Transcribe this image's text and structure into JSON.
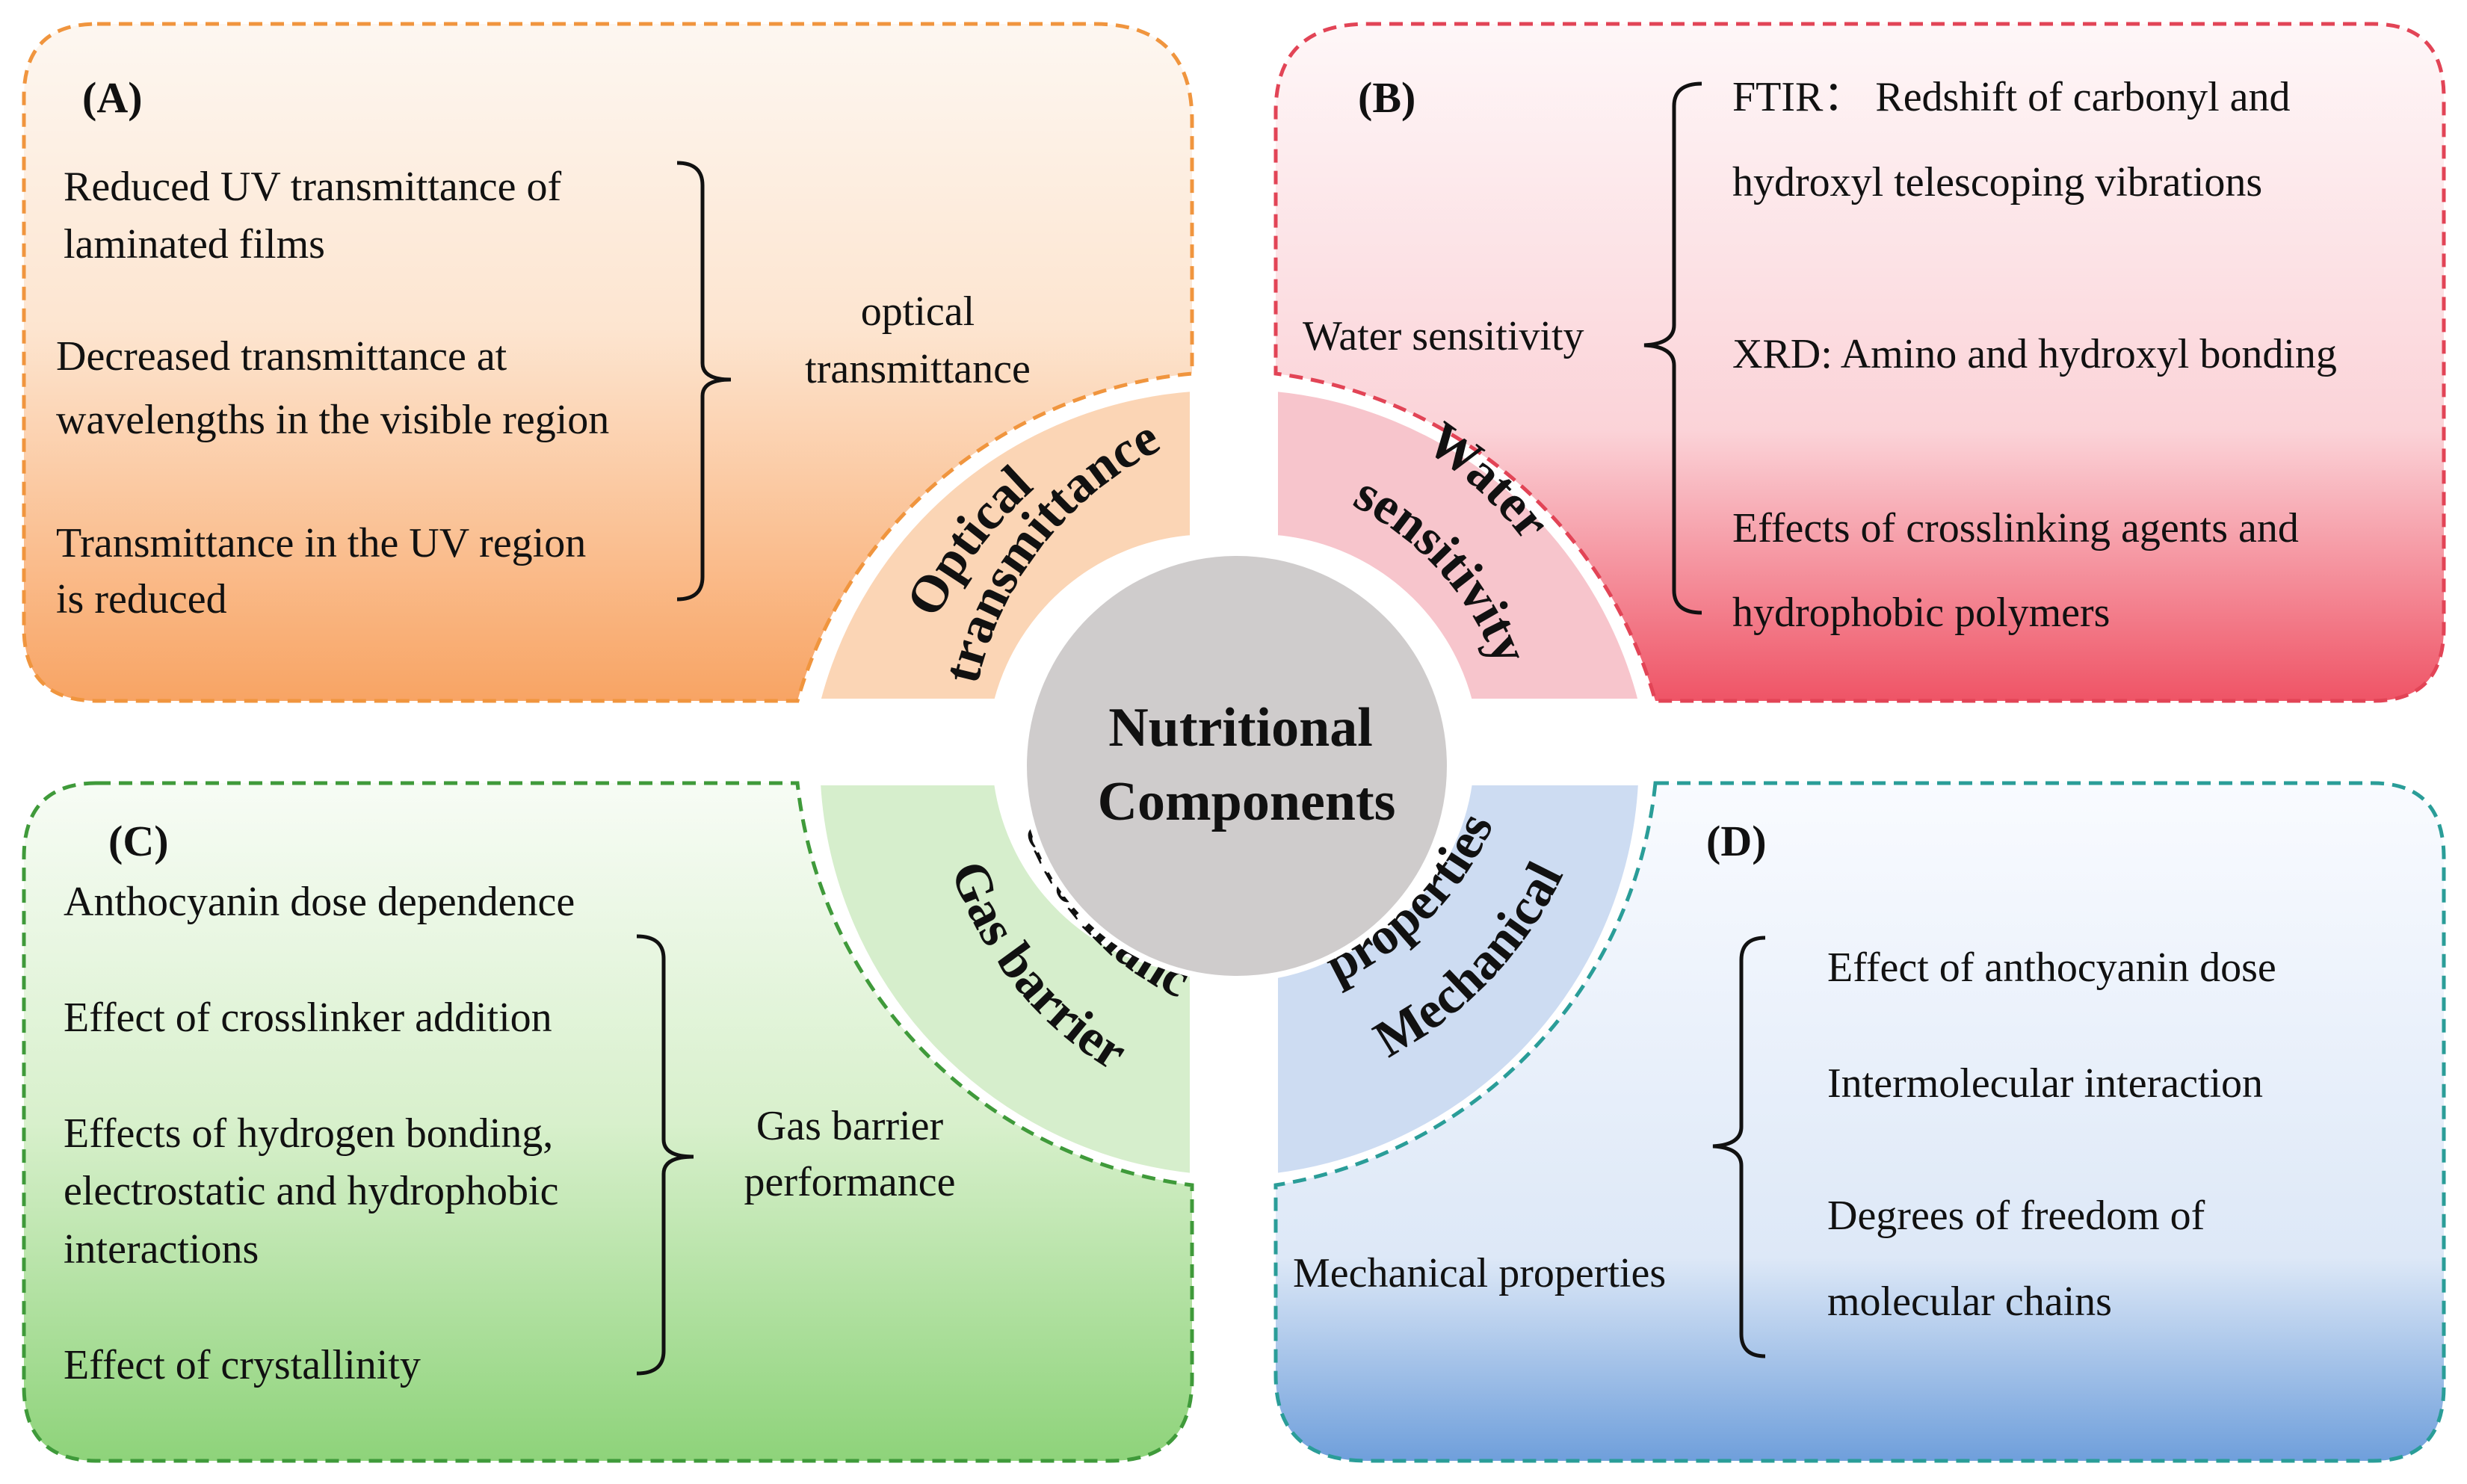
{
  "center": {
    "line1": "Nutritional",
    "line2": "Components"
  },
  "colors": {
    "A": {
      "border": "#f0953e",
      "top": "#fdf7f1",
      "bottom": "#f8a464",
      "arc": "#fbd5b5"
    },
    "B": {
      "border": "#e24456",
      "top": "#fef7f8",
      "bottom": "#ef5466",
      "arc": "#f7c5cc"
    },
    "C": {
      "border": "#3f9a3a",
      "top": "#f7fcf5",
      "bottom": "#8ed37a",
      "arc": "#d6eecc"
    },
    "D": {
      "border": "#2a9d98",
      "top": "#f9fbff",
      "bottom": "#6f9fdb",
      "arc": "#cddcf2"
    },
    "hub": "#cfcccc"
  },
  "panels": {
    "A": {
      "label": "(A)",
      "items": [
        {
          "line1": "Reduced UV transmittance of",
          "line2": "laminated films"
        },
        {
          "line1": "Decreased transmittance at",
          "line2": "wavelengths in the visible region"
        },
        {
          "line1": "Transmittance in the UV region",
          "line2": "is reduced"
        }
      ],
      "summary": {
        "line1": "optical",
        "line2": "transmittance"
      },
      "arc": {
        "line1": "Optical",
        "line2": "transmittance"
      }
    },
    "B": {
      "label": "(B)",
      "summary": "Water sensitivity",
      "items": [
        {
          "line1": "FTIR： Redshift of carbonyl and",
          "line2": "hydroxyl telescoping vibrations"
        },
        {
          "line1": "XRD: Amino and hydroxyl bonding",
          "line2": ""
        },
        {
          "line1": "Effects of crosslinking agents and",
          "line2": "hydrophobic polymers"
        }
      ],
      "arc": {
        "line1": "Water",
        "line2": "sensitivity"
      }
    },
    "C": {
      "label": "(C)",
      "items": [
        {
          "line1": "Anthocyanin dose dependence"
        },
        {
          "line1": "Effect of crosslinker addition"
        },
        {
          "line1": "Effects of hydrogen bonding,",
          "line2": "electrostatic and hydrophobic",
          "line3": "interactions"
        },
        {
          "line1": "Effect of crystallinity"
        }
      ],
      "summary": {
        "line1": "Gas barrier",
        "line2": "performance"
      },
      "arc": {
        "line1": "Gas barrier",
        "line2": "performance"
      }
    },
    "D": {
      "label": "(D)",
      "summary": "Mechanical properties",
      "items": [
        {
          "line1": "Effect of anthocyanin dose",
          "line2": ""
        },
        {
          "line1": "Intermolecular interaction",
          "line2": ""
        },
        {
          "line1": "Degrees of freedom of",
          "line2": "molecular chains"
        }
      ],
      "arc": {
        "line1": "Mechanical",
        "line2": "properties"
      }
    }
  }
}
